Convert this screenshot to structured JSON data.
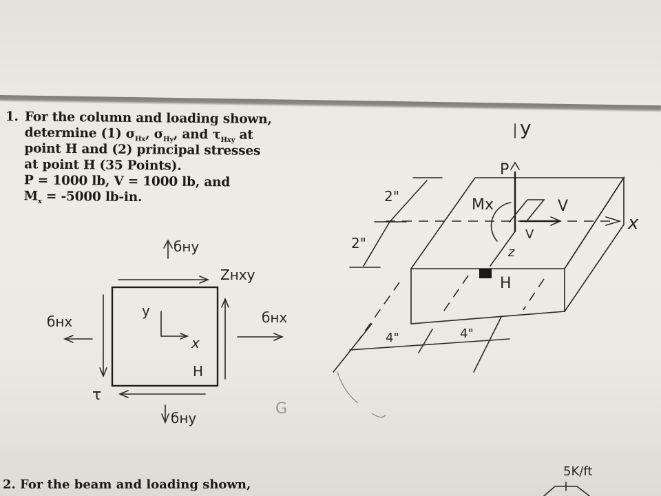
{
  "problem1": {
    "number": "1.",
    "lines": [
      "For the column and loading shown,",
      "determine (1) σ",
      "point H and (2) principal stresses",
      "at point H (35 Points).",
      "P = 1000 lb, V = 1000 lb, and",
      "M",
      " = -5000 lb-in."
    ],
    "sigma_hx_sub": "Hx",
    "sigma_hy_label": ", σ",
    "sigma_hy_sub": "Hy",
    "and_label": ", and τ",
    "tau_sub": "Hxy",
    "at_label": " at",
    "mx_sub": "x"
  },
  "stress_element": {
    "sigma_hy_top": "бну",
    "sigma_hy_bottom": "бну",
    "tau_hxy": "Zнху",
    "sigma_hx_left": "бнх",
    "sigma_hx_right": "бнх",
    "y_axis": "y",
    "x_axis": "x",
    "point": "H",
    "tau_bottom": "τ",
    "extra_scribble": "G"
  },
  "column_diagram": {
    "y_axis": "y",
    "x_axis": "x",
    "load_p": "P",
    "moment": "Mx",
    "shear": "V",
    "shear_small": "V",
    "z_axis": "z",
    "point": "H",
    "dim_top": "2\"",
    "dim_side": "2\"",
    "dim_bottom_left": "4\"",
    "dim_bottom_right": "4\""
  },
  "problem2": {
    "header": "2. For the beam and loading shown,",
    "load_label": "5K/ft"
  }
}
